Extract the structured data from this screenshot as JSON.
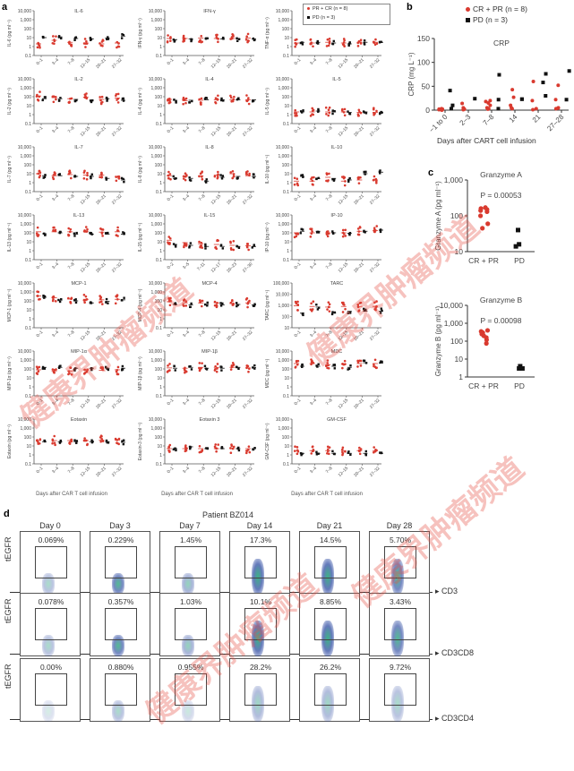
{
  "panel_labels": {
    "a": "a",
    "b": "b",
    "c": "c",
    "d": "d"
  },
  "legend_a": {
    "red": "PR + CR (n = 8)",
    "black": "PD (n = 3)"
  },
  "legend_b": {
    "red": "CR + PR (n = 8)",
    "black": "PD (n = 3)"
  },
  "colors": {
    "responder": "#d93a2f",
    "nonresponder": "#111111",
    "axis": "#555555"
  },
  "xlabel_a": "Days after CAR T cell infusion",
  "chart_data": [
    {
      "id": "a",
      "type": "scatter",
      "title": "Serum cytokine levels (log scale)",
      "xlabel": "Days after CAR T cell infusion",
      "legend": [
        "PR + CR (n = 8)",
        "PD (n = 3)"
      ],
      "default_categories": [
        "0–1",
        "3–4",
        "7–8",
        "12–15",
        "20–21",
        "27–32"
      ],
      "panels": [
        {
          "title": "IL-6",
          "ylabel": "IL-6 (pg ml⁻¹)",
          "yticks": [
            "0.1",
            "1",
            "10",
            "100",
            "1,000",
            "10,000"
          ],
          "resp_median": [
            2,
            5,
            3,
            2.5,
            2,
            2.5
          ],
          "pd_median": [
            10,
            12,
            8,
            7,
            9,
            15
          ]
        },
        {
          "title": "IFN-γ",
          "ylabel": "IFN-γ (pg ml⁻¹)",
          "yticks": [
            "0.1",
            "1",
            "10",
            "100",
            "1,000",
            "10,000"
          ],
          "resp_median": [
            8,
            8,
            9,
            8,
            8,
            9
          ],
          "pd_median": [
            6,
            7,
            8,
            7,
            7,
            7
          ]
        },
        {
          "title": "TNF-α",
          "ylabel": "TNF-α (pg ml⁻¹)",
          "yticks": [
            "0.1",
            "1",
            "10",
            "100",
            "1,000",
            "10,000"
          ],
          "resp_median": [
            2.5,
            2.5,
            3,
            2.5,
            3,
            3
          ],
          "pd_median": [
            3,
            3,
            2.5,
            2,
            3,
            3
          ]
        },
        {
          "title": "IL-2",
          "ylabel": "IL-2 (pg ml⁻¹)",
          "yticks": [
            "0.1",
            "1",
            "10",
            "100",
            "1,000",
            "10,000"
          ],
          "resp_median": [
            120,
            80,
            60,
            90,
            50,
            70
          ],
          "pd_median": [
            60,
            60,
            50,
            40,
            60,
            40
          ]
        },
        {
          "title": "IL-4",
          "ylabel": "IL-4 (pg ml⁻¹)",
          "yticks": [
            "0.1",
            "1",
            "10",
            "100",
            "1,000",
            "10,000"
          ],
          "resp_median": [
            50,
            35,
            40,
            45,
            45,
            45
          ],
          "pd_median": [
            40,
            40,
            45,
            45,
            45,
            45
          ]
        },
        {
          "title": "IL-5",
          "ylabel": "IL-5 (pg ml⁻¹)",
          "yticks": [
            "0.1",
            "1",
            "10",
            "100",
            "1,000",
            "10,000"
          ],
          "resp_median": [
            2,
            2,
            2,
            2,
            1.8,
            1.8
          ],
          "pd_median": [
            2,
            2.5,
            2,
            1.8,
            2,
            1.8
          ]
        },
        {
          "title": "IL-7",
          "ylabel": "IL-7 (pg ml⁻¹)",
          "yticks": [
            "0.1",
            "1",
            "10",
            "100",
            "1,000",
            "10,000"
          ],
          "resp_median": [
            10,
            6,
            8,
            7,
            7,
            5
          ],
          "pd_median": [
            6,
            6,
            5,
            5,
            3,
            2
          ]
        },
        {
          "title": "IL-8",
          "ylabel": "IL-8 (pg ml⁻¹)",
          "yticks": [
            "0.1",
            "1",
            "10",
            "100",
            "1,000",
            "10,000"
          ],
          "resp_median": [
            6,
            5,
            6,
            7,
            10,
            6
          ],
          "pd_median": [
            3,
            3,
            1.5,
            4,
            5,
            5
          ]
        },
        {
          "title": "IL-10",
          "ylabel": "IL-10 (pg ml⁻¹)",
          "yticks": [
            "0.1",
            "1",
            "10",
            "100",
            "1,000",
            "10,000"
          ],
          "resp_median": [
            1.5,
            1.5,
            4,
            1.5,
            2,
            2
          ],
          "pd_median": [
            5,
            3,
            3,
            2,
            10,
            15
          ]
        },
        {
          "title": "IL-13",
          "ylabel": "IL-13 (pg ml⁻¹)",
          "yticks": [
            "0.1",
            "1",
            "10",
            "100",
            "1,000",
            "10,000"
          ],
          "resp_median": [
            130,
            130,
            130,
            150,
            120,
            130
          ],
          "pd_median": [
            80,
            100,
            70,
            70,
            70,
            70
          ]
        },
        {
          "title": "IL-15",
          "ylabel": "IL-15 (pg ml⁻¹)",
          "yticks": [
            "0.1",
            "1",
            "10",
            "100",
            "1,000",
            "10,000"
          ],
          "categories": [
            "0–2",
            "3–5",
            "7–11",
            "12–17",
            "20–23",
            "27–30"
          ],
          "resp_median": [
            15,
            8,
            6,
            5,
            4,
            3.5
          ],
          "pd_median": [
            5,
            4,
            3,
            3,
            3,
            3
          ]
        },
        {
          "title": "IP-10",
          "ylabel": "IP-10 (pg ml⁻¹)",
          "yticks": [
            "0.1",
            "1",
            "10",
            "100",
            "1,000",
            "10,000"
          ],
          "resp_median": [
            100,
            100,
            100,
            100,
            150,
            180
          ],
          "pd_median": [
            150,
            150,
            100,
            90,
            150,
            200
          ]
        },
        {
          "title": "MCP-1",
          "ylabel": "MCP-1 (pg ml⁻¹)",
          "yticks": [
            "0.1",
            "1",
            "10",
            "100",
            "1,000",
            "10,000"
          ],
          "resp_median": [
            350,
            220,
            160,
            150,
            130,
            150
          ],
          "pd_median": [
            250,
            120,
            100,
            60,
            90,
            130
          ]
        },
        {
          "title": "MCP-4",
          "ylabel": "MCP-4 (pg ml⁻¹)",
          "yticks": [
            "0.1",
            "1",
            "10",
            "100",
            "1,000",
            "10,000"
          ],
          "resp_median": [
            80,
            60,
            60,
            60,
            50,
            60
          ],
          "pd_median": [
            40,
            35,
            40,
            35,
            40,
            35
          ]
        },
        {
          "title": "TARC",
          "ylabel": "TARC (pg ml⁻¹)",
          "yticks": [
            "10",
            "100",
            "1,000",
            "10,000",
            "100,000"
          ],
          "resp_median": [
            900,
            800,
            700,
            800,
            800,
            800
          ],
          "pd_median": [
            200,
            700,
            200,
            300,
            300,
            300
          ]
        },
        {
          "title": "MIP-1α",
          "ylabel": "MIP-1α (pg ml⁻¹)",
          "yticks": [
            "0.1",
            "1",
            "10",
            "100",
            "1,000",
            "10,000"
          ],
          "resp_median": [
            80,
            60,
            60,
            80,
            70,
            80
          ],
          "pd_median": [
            150,
            150,
            120,
            120,
            120,
            120
          ]
        },
        {
          "title": "MIP-1β",
          "ylabel": "MIP-1β (pg ml⁻¹)",
          "yticks": [
            "0.1",
            "1",
            "10",
            "100",
            "1,000",
            "10,000"
          ],
          "resp_median": [
            130,
            120,
            150,
            150,
            150,
            130
          ],
          "pd_median": [
            120,
            150,
            120,
            120,
            150,
            140
          ]
        },
        {
          "title": "MDC",
          "ylabel": "MDC (pg ml⁻¹)",
          "yticks": [
            "0.1",
            "1",
            "10",
            "100",
            "1,000",
            "10,000"
          ],
          "resp_median": [
            400,
            400,
            300,
            350,
            400,
            400
          ],
          "pd_median": [
            200,
            200,
            200,
            150,
            500,
            450
          ]
        },
        {
          "title": "Eotaxin",
          "ylabel": "Eotaxin (pg ml⁻¹)",
          "yticks": [
            "0.1",
            "1",
            "10",
            "100",
            "1,000",
            "10,000"
          ],
          "resp_median": [
            40,
            40,
            40,
            40,
            45,
            45
          ],
          "pd_median": [
            30,
            30,
            30,
            30,
            30,
            25
          ]
        },
        {
          "title": "Eotaxin 3",
          "ylabel": "Eotaxin-3 (pg ml⁻¹)",
          "yticks": [
            "0.1",
            "1",
            "10",
            "100",
            "1,000",
            "10,000"
          ],
          "resp_median": [
            5,
            5,
            5,
            5,
            5,
            5
          ],
          "pd_median": [
            5,
            8,
            5,
            5,
            5,
            5
          ]
        },
        {
          "title": "GM-CSF",
          "ylabel": "GM-CSF (pg ml⁻¹)",
          "yticks": [
            "0.1",
            "1",
            "10",
            "100",
            "1,000",
            "10,000"
          ],
          "resp_median": [
            3,
            3,
            3,
            3,
            3,
            3
          ],
          "pd_median": [
            1.5,
            1.5,
            1.5,
            1.5,
            1.5,
            1.5
          ]
        }
      ]
    },
    {
      "id": "b",
      "type": "scatter",
      "title": "CRP",
      "xlabel": "Days after CART cell infusion",
      "ylabel": "CRP (mg L⁻¹)",
      "ylim": [
        0,
        150
      ],
      "yticks": [
        "0",
        "50",
        "100",
        "150"
      ],
      "categories": [
        "−1 to 0",
        "2–3",
        "7–8",
        "14",
        "21",
        "27–28"
      ],
      "series": [
        {
          "name": "CR + PR (n = 8)",
          "values": [
            [
              2,
              1,
              3,
              0,
              2,
              1
            ],
            [
              5,
              14,
              2,
              1
            ],
            [
              20,
              15,
              10,
              5,
              3,
              2,
              18
            ],
            [
              43,
              27,
              10,
              5,
              3
            ],
            [
              60,
              20,
              3,
              1
            ],
            [
              52,
              22,
              5,
              4,
              3
            ]
          ]
        },
        {
          "name": "PD (n = 3)",
          "values": [
            [
              41,
              10,
              3
            ],
            [
              24
            ],
            [
              74,
              22,
              3
            ],
            [
              23,
              23
            ],
            [
              76,
              58,
              30
            ],
            [
              82,
              22
            ]
          ]
        }
      ]
    },
    {
      "id": "c1",
      "type": "scatter",
      "title": "Granzyme A",
      "ylabel": "Granzyme A (pg ml⁻¹)",
      "yticks": [
        "10",
        "100",
        "1,000"
      ],
      "categories": [
        "CR + PR",
        "PD"
      ],
      "annotation": "P = 0.00053",
      "series": [
        {
          "name": "CR + PR",
          "values": [
            170,
            160,
            150,
            140,
            130,
            100,
            60,
            45
          ]
        },
        {
          "name": "PD",
          "values": [
            40,
            16,
            14
          ]
        }
      ]
    },
    {
      "id": "c2",
      "type": "scatter",
      "title": "Granzyme B",
      "ylabel": "Granzyme B (pg ml⁻¹)",
      "yticks": [
        "1",
        "10",
        "100",
        "1,000",
        "10,000"
      ],
      "categories": [
        "CR + PR",
        "PD"
      ],
      "annotation": "P = 0.00098",
      "series": [
        {
          "name": "CR + PR",
          "values": [
            400,
            350,
            300,
            250,
            200,
            160,
            120,
            75
          ]
        },
        {
          "name": "PD",
          "values": [
            4,
            3,
            3
          ]
        }
      ]
    },
    {
      "id": "d",
      "type": "table",
      "title": "Patient BZ014",
      "columns": [
        "Day 0",
        "Day 3",
        "Day 7",
        "Day 14",
        "Day 21",
        "Day 28"
      ],
      "yaxis": "tEGFR",
      "rows": [
        {
          "xaxis": "CD3",
          "values": [
            "0.069%",
            "0.229%",
            "1.45%",
            "17.3%",
            "14.5%",
            "5.70%"
          ]
        },
        {
          "xaxis": "CD3CD8",
          "values": [
            "0.078%",
            "0.357%",
            "1.03%",
            "10.1%",
            "8.85%",
            "3.43%"
          ]
        },
        {
          "xaxis": "CD3CD4",
          "values": [
            "0.00%",
            "0.880%",
            "0.955%",
            "28.2%",
            "26.2%",
            "9.72%"
          ]
        }
      ]
    }
  ],
  "crp": {
    "title": "CRP",
    "ylabel": "CRP (mg L⁻¹)",
    "xlabel": "Days after CART cell infusion"
  },
  "granzyme": {
    "a_title": "Granzyme A",
    "a_ylabel": "Granzyme A (pg ml⁻¹)",
    "a_p": "P = 0.00053",
    "b_title": "Granzyme B",
    "b_ylabel": "Granzyme B (pg ml⁻¹)",
    "b_p": "P = 0.00098",
    "x1": "CR + PR",
    "x2": "PD"
  },
  "flow": {
    "title": "Patient BZ014",
    "yaxis": "tEGFR",
    "columns": [
      "Day 0",
      "Day 3",
      "Day 7",
      "Day 14",
      "Day 21",
      "Day 28"
    ],
    "row_axes": [
      "CD3",
      "CD3CD8",
      "CD3CD4"
    ]
  },
  "watermark": [
    "健康界肿瘤频道",
    "健康界肿瘤频道",
    "健康界肿瘤频道",
    "健康界肿瘤频道"
  ]
}
